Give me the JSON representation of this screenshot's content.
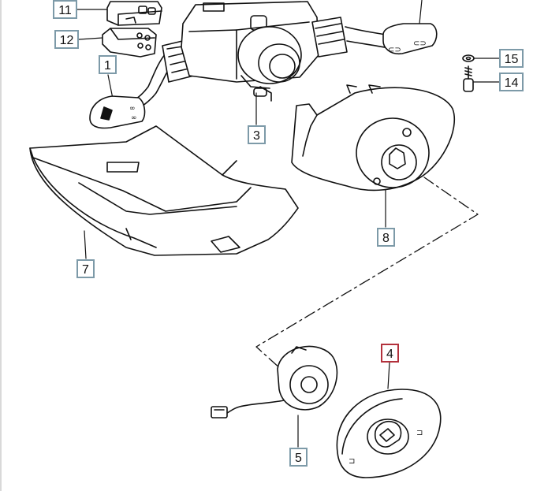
{
  "diagram": {
    "callouts": [
      {
        "id": "11",
        "label": "11"
      },
      {
        "id": "12",
        "label": "12"
      },
      {
        "id": "1",
        "label": "1"
      },
      {
        "id": "3",
        "label": "3"
      },
      {
        "id": "7",
        "label": "7"
      },
      {
        "id": "8",
        "label": "8"
      },
      {
        "id": "15",
        "label": "15"
      },
      {
        "id": "14",
        "label": "14"
      },
      {
        "id": "4",
        "label": "4"
      },
      {
        "id": "5",
        "label": "5"
      }
    ],
    "colors": {
      "line": "#111111",
      "callout_border": "#7d9aa8",
      "callout_highlight": "#b3313c"
    }
  }
}
